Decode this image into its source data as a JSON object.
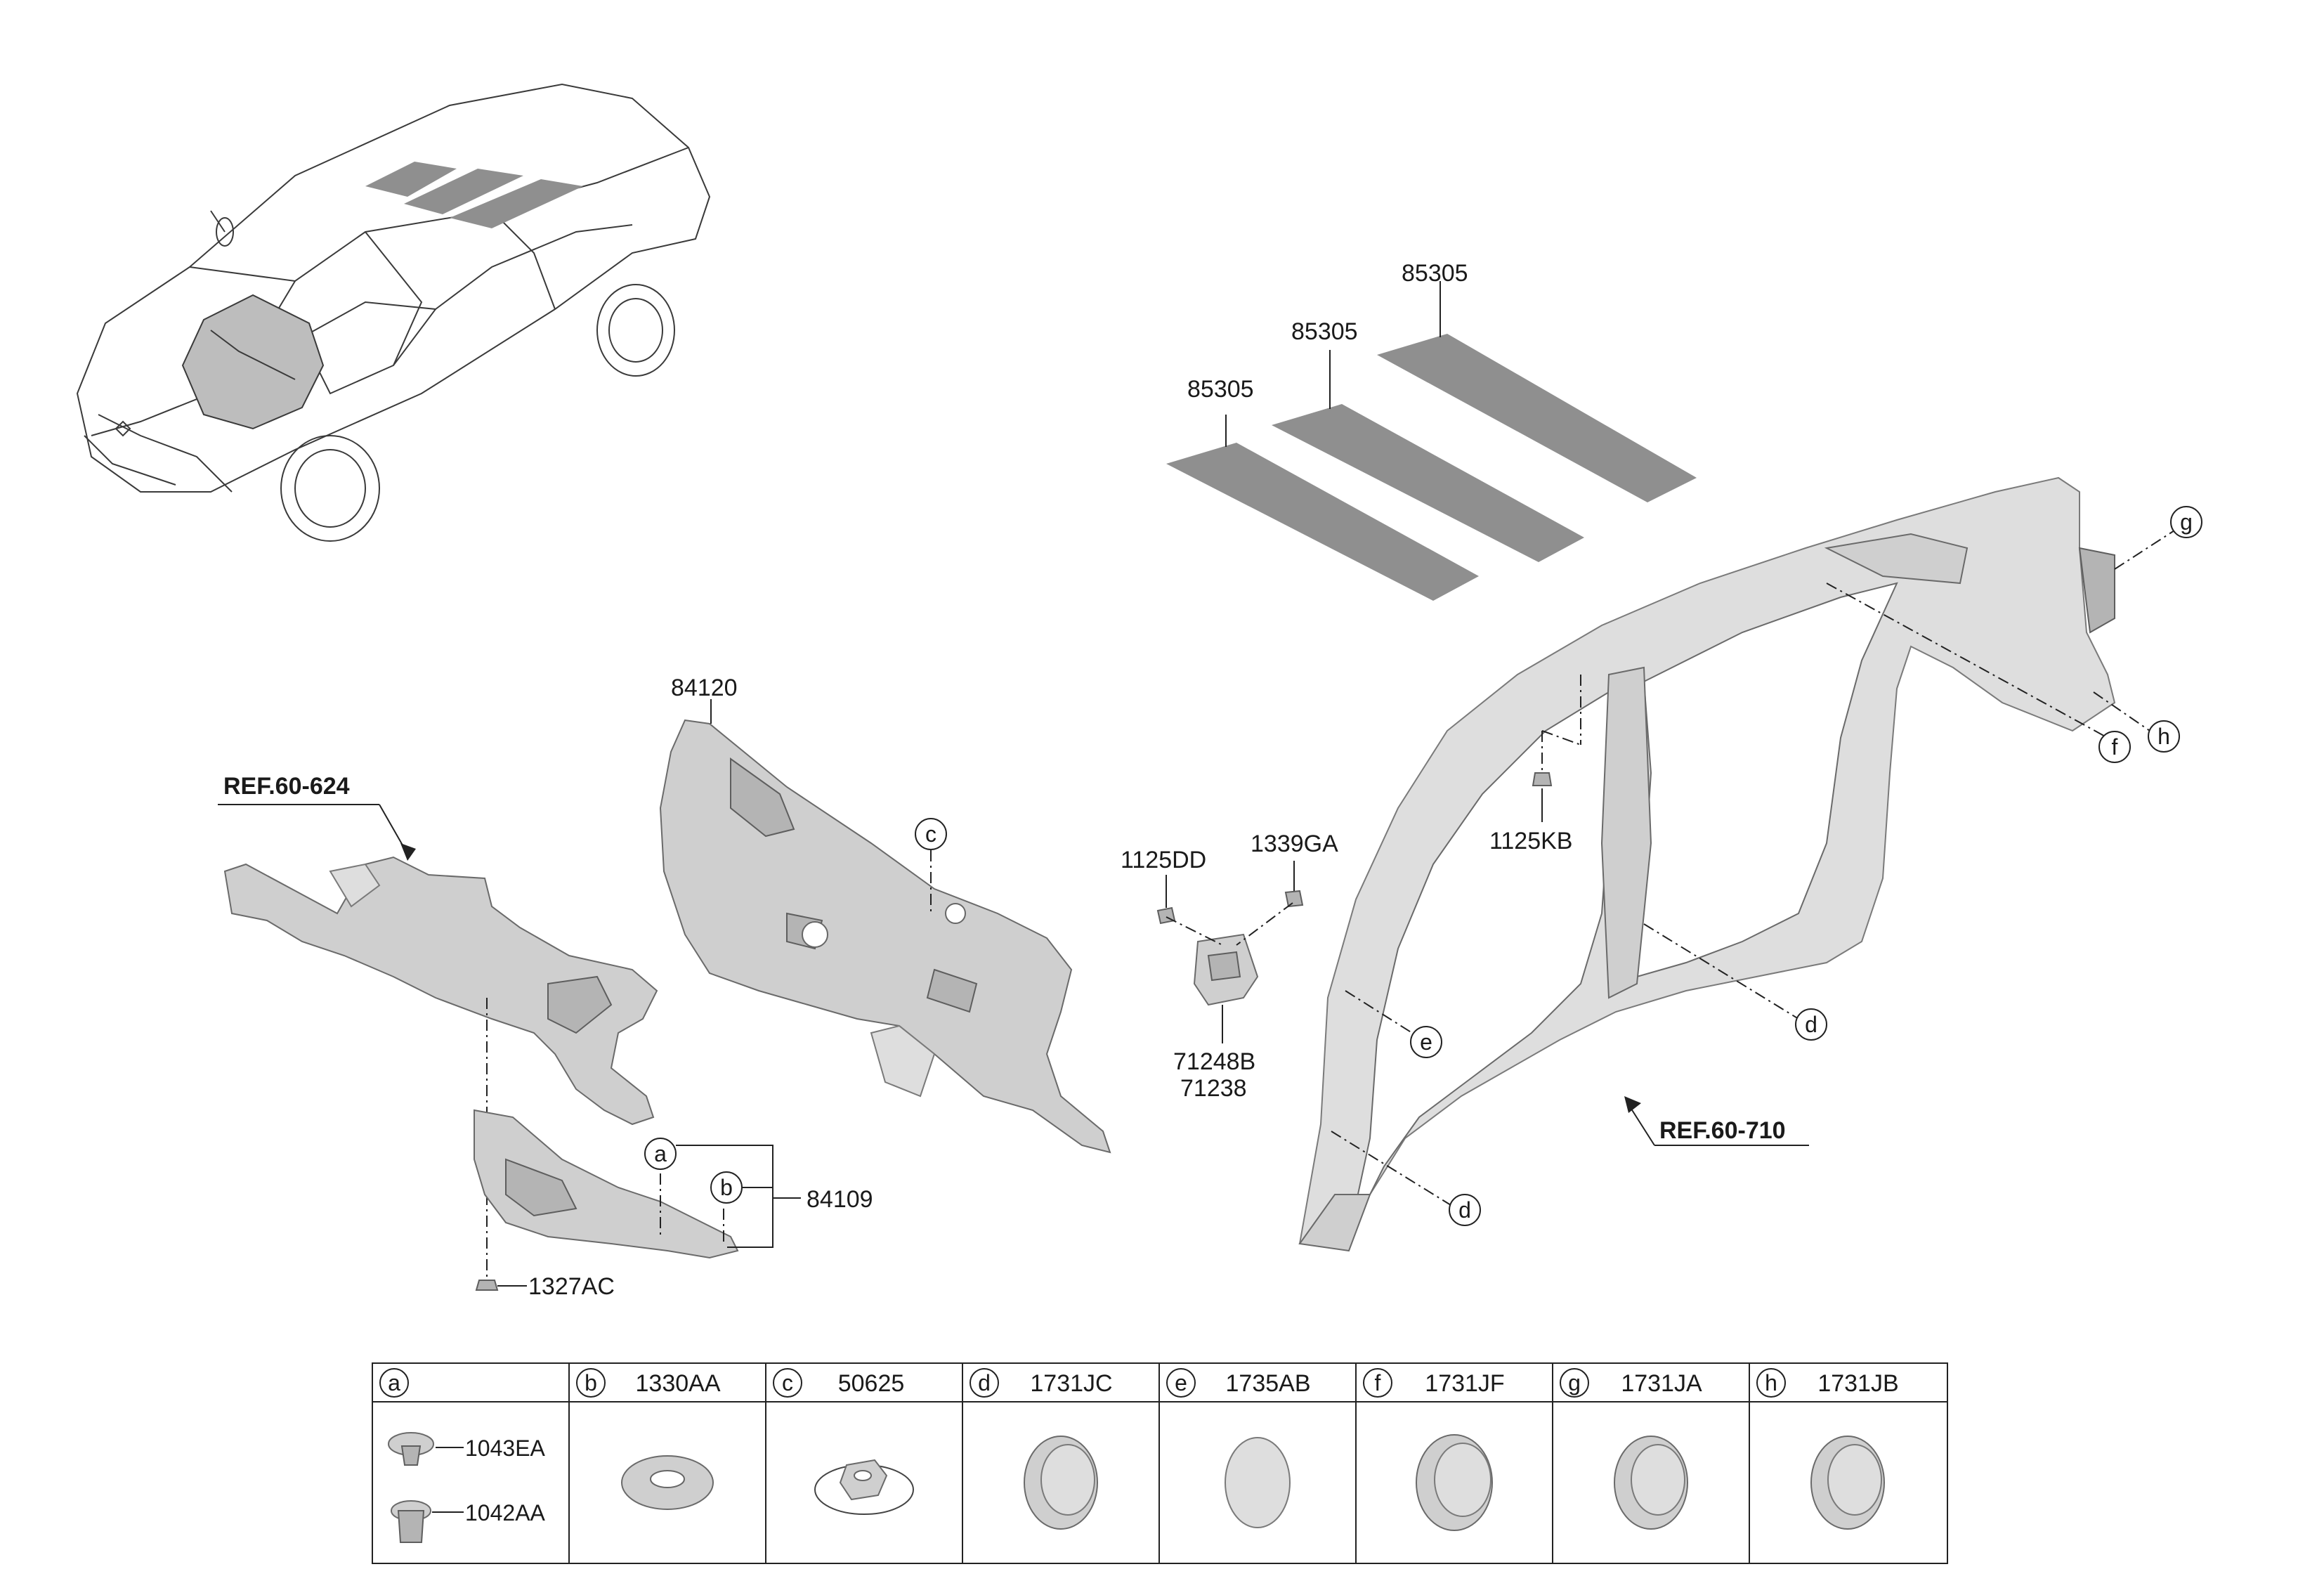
{
  "labels": {
    "p85305_a": "85305",
    "p85305_b": "85305",
    "p85305_c": "85305",
    "p84120": "84120",
    "ref_624": "REF.60-624",
    "ref_710": "REF.60-710",
    "p1125DD": "1125DD",
    "p1339GA": "1339GA",
    "p1125KB": "1125KB",
    "p71248B": "71248B",
    "p71238": "71238",
    "p84109": "84109",
    "p1327AC": "1327AC"
  },
  "callouts": {
    "a": "a",
    "b": "b",
    "c": "c",
    "d1": "d",
    "d2": "d",
    "e": "e",
    "f": "f",
    "g": "g",
    "h": "h"
  },
  "table": {
    "cells": [
      {
        "key": "a",
        "part": ""
      },
      {
        "key": "b",
        "part": "1330AA"
      },
      {
        "key": "c",
        "part": "50625"
      },
      {
        "key": "d",
        "part": "1731JC"
      },
      {
        "key": "e",
        "part": "1735AB"
      },
      {
        "key": "f",
        "part": "1731JF"
      },
      {
        "key": "g",
        "part": "1731JA"
      },
      {
        "key": "h",
        "part": "1731JB"
      }
    ],
    "a_parts": {
      "top": "1043EA",
      "bottom": "1042AA"
    }
  },
  "colors": {
    "pad": "#8f8f8f",
    "part": "#cfcfcf",
    "line": "#222222"
  }
}
